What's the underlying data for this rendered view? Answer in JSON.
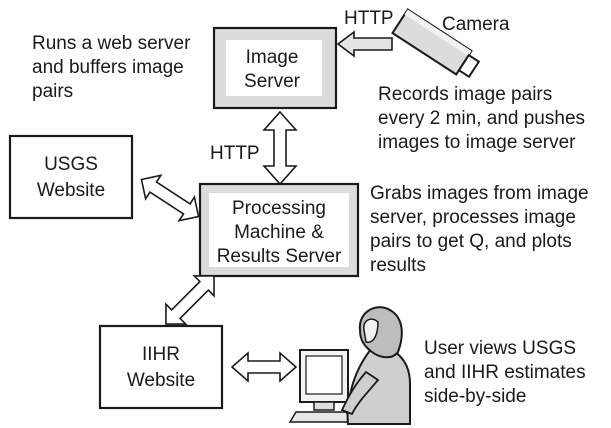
{
  "nodes": {
    "image_server": [
      "Image",
      "Server"
    ],
    "processing": [
      "Processing",
      "Machine &",
      "Results Server"
    ],
    "usgs": [
      "USGS",
      "Website"
    ],
    "iihr": [
      "IIHR",
      "Website"
    ],
    "camera": "Camera"
  },
  "edges": {
    "camera_to_server": "HTTP",
    "server_to_processing": "HTTP"
  },
  "notes": {
    "image_server": [
      "Runs a web server",
      "and buffers image",
      "pairs"
    ],
    "camera": [
      "Records image pairs",
      "every 2 min, and pushes",
      "images to image server"
    ],
    "processing": [
      "Grabs images from image",
      "server, processes image",
      "pairs to get Q, and plots",
      "results"
    ],
    "user": [
      "User views USGS",
      "and IIHR estimates",
      "side-by-side"
    ]
  },
  "icons": {
    "camera": "camera-icon",
    "user": "user-at-computer-icon"
  }
}
